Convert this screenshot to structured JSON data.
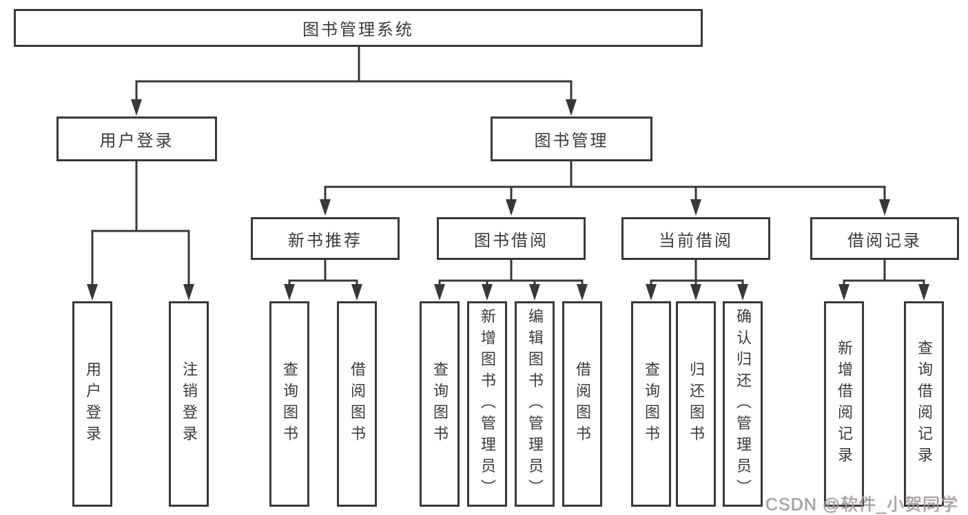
{
  "diagram": {
    "tree": {
      "label": "图书管理系统",
      "children": [
        {
          "label": "用户登录",
          "children": [
            {
              "label": "用户登录"
            },
            {
              "label": "注销登录"
            }
          ]
        },
        {
          "label": "图书管理",
          "children": [
            {
              "label": "新书推荐",
              "children": [
                {
                  "label": "查询图书"
                },
                {
                  "label": "借阅图书"
                }
              ]
            },
            {
              "label": "图书借阅",
              "children": [
                {
                  "label": "查询图书"
                },
                {
                  "label": "新增图书（管理员）"
                },
                {
                  "label": "编辑图书（管理员）"
                },
                {
                  "label": "借阅图书"
                }
              ]
            },
            {
              "label": "当前借阅",
              "children": [
                {
                  "label": "查询图书"
                },
                {
                  "label": "归还图书"
                },
                {
                  "label": "确认归还（管理员）"
                }
              ]
            },
            {
              "label": "借阅记录",
              "children": [
                {
                  "label": "新增借阅记录"
                },
                {
                  "label": "查询借阅记录"
                }
              ]
            }
          ]
        }
      ]
    },
    "watermark": "CSDN @软件_小贺同学",
    "colors": {
      "line": "#383838",
      "text": "#3a3a3a",
      "background": "#ffffff",
      "watermark": "#9e9ea2"
    }
  }
}
